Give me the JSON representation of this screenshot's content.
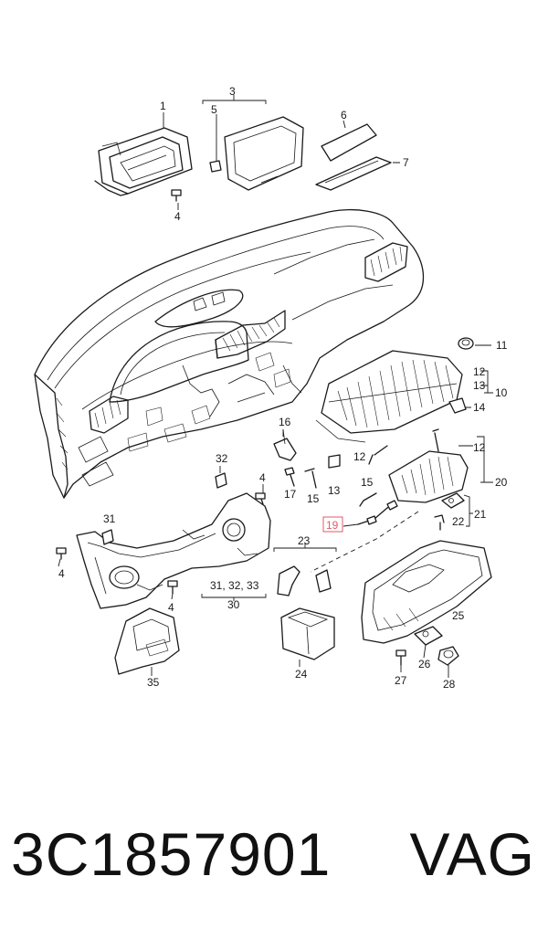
{
  "diagram": {
    "callouts": {
      "c1": "1",
      "c3": "3",
      "c5": "5",
      "c6": "6",
      "c7": "7",
      "c4a": "4",
      "c11": "11",
      "c12a": "12",
      "c13a": "13",
      "c10": "10",
      "c14": "14",
      "c16": "16",
      "c12b": "12",
      "c20": "20",
      "c32": "32",
      "c4b": "4",
      "c17": "17",
      "c15a": "15",
      "c13b": "13",
      "c15b": "15",
      "c21": "21",
      "c22": "22",
      "c31": "31",
      "c4c": "4",
      "c23": "23",
      "c4d": "4",
      "c313233": "31, 32, 33",
      "c30": "30",
      "c25": "25",
      "c24": "24",
      "c26": "26",
      "c35": "35",
      "c27": "27",
      "c28": "28"
    },
    "highlighted_callout": "19",
    "highlight_color": "#e35a6a"
  },
  "caption": {
    "part_number": "3C1857901",
    "brand": "VAG"
  }
}
